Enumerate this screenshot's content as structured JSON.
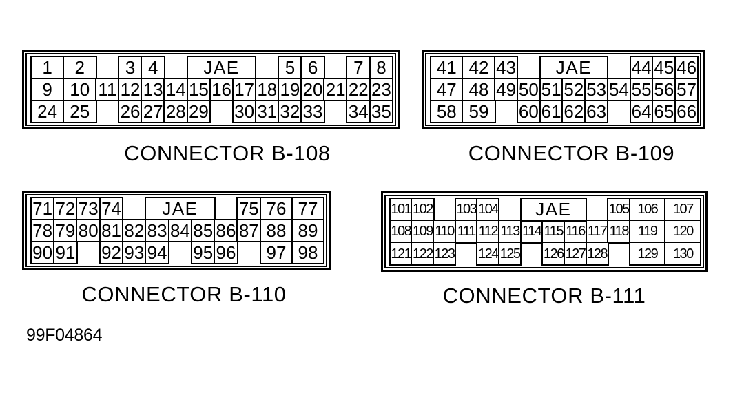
{
  "figure_id": "99F04864",
  "colors": {
    "ink": "#000000",
    "paper": "#ffffff"
  },
  "connectors": [
    {
      "id": "B-108",
      "label": "CONNECTOR B-108",
      "jae": {
        "label": "JAE",
        "row": 1,
        "col": 7,
        "span": 3
      },
      "columns": [
        47,
        47,
        33,
        33,
        33,
        33,
        33,
        33,
        33,
        33,
        33,
        33,
        33,
        33,
        33
      ],
      "pins": [
        [
          "1",
          1,
          1
        ],
        [
          "2",
          1,
          2
        ],
        [
          "3",
          1,
          4
        ],
        [
          "4",
          1,
          5
        ],
        [
          "5",
          1,
          11
        ],
        [
          "6",
          1,
          12
        ],
        [
          "7",
          1,
          14
        ],
        [
          "8",
          1,
          15
        ],
        [
          "9",
          2,
          1
        ],
        [
          "10",
          2,
          2
        ],
        [
          "11",
          2,
          3
        ],
        [
          "12",
          2,
          4
        ],
        [
          "13",
          2,
          5
        ],
        [
          "14",
          2,
          6
        ],
        [
          "15",
          2,
          7
        ],
        [
          "16",
          2,
          8
        ],
        [
          "17",
          2,
          9
        ],
        [
          "18",
          2,
          10
        ],
        [
          "19",
          2,
          11
        ],
        [
          "20",
          2,
          12
        ],
        [
          "21",
          2,
          13
        ],
        [
          "22",
          2,
          14
        ],
        [
          "23",
          2,
          15
        ],
        [
          "24",
          3,
          1
        ],
        [
          "25",
          3,
          2
        ],
        [
          "26",
          3,
          4
        ],
        [
          "27",
          3,
          5
        ],
        [
          "28",
          3,
          6
        ],
        [
          "29",
          3,
          7
        ],
        [
          "30",
          3,
          9
        ],
        [
          "31",
          3,
          10
        ],
        [
          "32",
          3,
          11
        ],
        [
          "33",
          3,
          12
        ],
        [
          "34",
          3,
          14
        ],
        [
          "35",
          3,
          15
        ]
      ]
    },
    {
      "id": "B-109",
      "label": "CONNECTOR B-109",
      "jae": {
        "label": "JAE",
        "row": 1,
        "col": 5,
        "span": 3
      },
      "columns": [
        47,
        47,
        33,
        33,
        33,
        33,
        33,
        33,
        33,
        33,
        33
      ],
      "pins": [
        [
          "41",
          1,
          1
        ],
        [
          "42",
          1,
          2
        ],
        [
          "43",
          1,
          3
        ],
        [
          "44",
          1,
          9
        ],
        [
          "45",
          1,
          10
        ],
        [
          "46",
          1,
          11
        ],
        [
          "47",
          2,
          1
        ],
        [
          "48",
          2,
          2
        ],
        [
          "49",
          2,
          3
        ],
        [
          "50",
          2,
          4
        ],
        [
          "51",
          2,
          5
        ],
        [
          "52",
          2,
          6
        ],
        [
          "53",
          2,
          7
        ],
        [
          "54",
          2,
          8
        ],
        [
          "55",
          2,
          9
        ],
        [
          "56",
          2,
          10
        ],
        [
          "57",
          2,
          11
        ],
        [
          "58",
          3,
          1
        ],
        [
          "59",
          3,
          2
        ],
        [
          "60",
          3,
          4
        ],
        [
          "61",
          3,
          5
        ],
        [
          "62",
          3,
          6
        ],
        [
          "63",
          3,
          7
        ],
        [
          "64",
          3,
          9
        ],
        [
          "65",
          3,
          10
        ],
        [
          "66",
          3,
          11
        ]
      ]
    },
    {
      "id": "B-110",
      "label": "CONNECTOR B-110",
      "jae": {
        "label": "JAE",
        "row": 1,
        "col": 6,
        "span": 3
      },
      "columns": [
        34,
        34,
        34,
        34,
        34,
        34,
        34,
        34,
        34,
        34,
        47,
        47
      ],
      "pins": [
        [
          "71",
          1,
          1
        ],
        [
          "72",
          1,
          2
        ],
        [
          "73",
          1,
          3
        ],
        [
          "74",
          1,
          4
        ],
        [
          "75",
          1,
          10
        ],
        [
          "76",
          1,
          11
        ],
        [
          "77",
          1,
          12
        ],
        [
          "78",
          2,
          1
        ],
        [
          "79",
          2,
          2
        ],
        [
          "80",
          2,
          3
        ],
        [
          "81",
          2,
          4
        ],
        [
          "82",
          2,
          5
        ],
        [
          "83",
          2,
          6
        ],
        [
          "84",
          2,
          7
        ],
        [
          "85",
          2,
          8
        ],
        [
          "86",
          2,
          9
        ],
        [
          "87",
          2,
          10
        ],
        [
          "88",
          2,
          11
        ],
        [
          "89",
          2,
          12
        ],
        [
          "90",
          3,
          1
        ],
        [
          "91",
          3,
          2
        ],
        [
          "92",
          3,
          4
        ],
        [
          "93",
          3,
          5
        ],
        [
          "94",
          3,
          6
        ],
        [
          "95",
          3,
          8
        ],
        [
          "96",
          3,
          9
        ],
        [
          "97",
          3,
          11
        ],
        [
          "98",
          3,
          12
        ]
      ]
    },
    {
      "id": "B-111",
      "label": "CONNECTOR B-111",
      "jae": {
        "label": "JAE",
        "row": 1,
        "col": 7,
        "span": 3
      },
      "columns": [
        32,
        32,
        32,
        32,
        32,
        32,
        32,
        32,
        32,
        32,
        32,
        52,
        52
      ],
      "pins": [
        [
          "101",
          1,
          1
        ],
        [
          "102",
          1,
          2
        ],
        [
          "103",
          1,
          4
        ],
        [
          "104",
          1,
          5
        ],
        [
          "105",
          1,
          11
        ],
        [
          "106",
          1,
          12
        ],
        [
          "107",
          1,
          13
        ],
        [
          "108",
          2,
          1
        ],
        [
          "109",
          2,
          2
        ],
        [
          "110",
          2,
          3
        ],
        [
          "111",
          2,
          4
        ],
        [
          "112",
          2,
          5
        ],
        [
          "113",
          2,
          6
        ],
        [
          "114",
          2,
          7
        ],
        [
          "115",
          2,
          8
        ],
        [
          "116",
          2,
          9
        ],
        [
          "117",
          2,
          10
        ],
        [
          "118",
          2,
          11
        ],
        [
          "119",
          2,
          12
        ],
        [
          "120",
          2,
          13
        ],
        [
          "121",
          3,
          1
        ],
        [
          "122",
          3,
          2
        ],
        [
          "123",
          3,
          3
        ],
        [
          "124",
          3,
          5
        ],
        [
          "125",
          3,
          6
        ],
        [
          "126",
          3,
          8
        ],
        [
          "127",
          3,
          9
        ],
        [
          "128",
          3,
          10
        ],
        [
          "129",
          3,
          12
        ],
        [
          "130",
          3,
          13
        ]
      ]
    }
  ]
}
